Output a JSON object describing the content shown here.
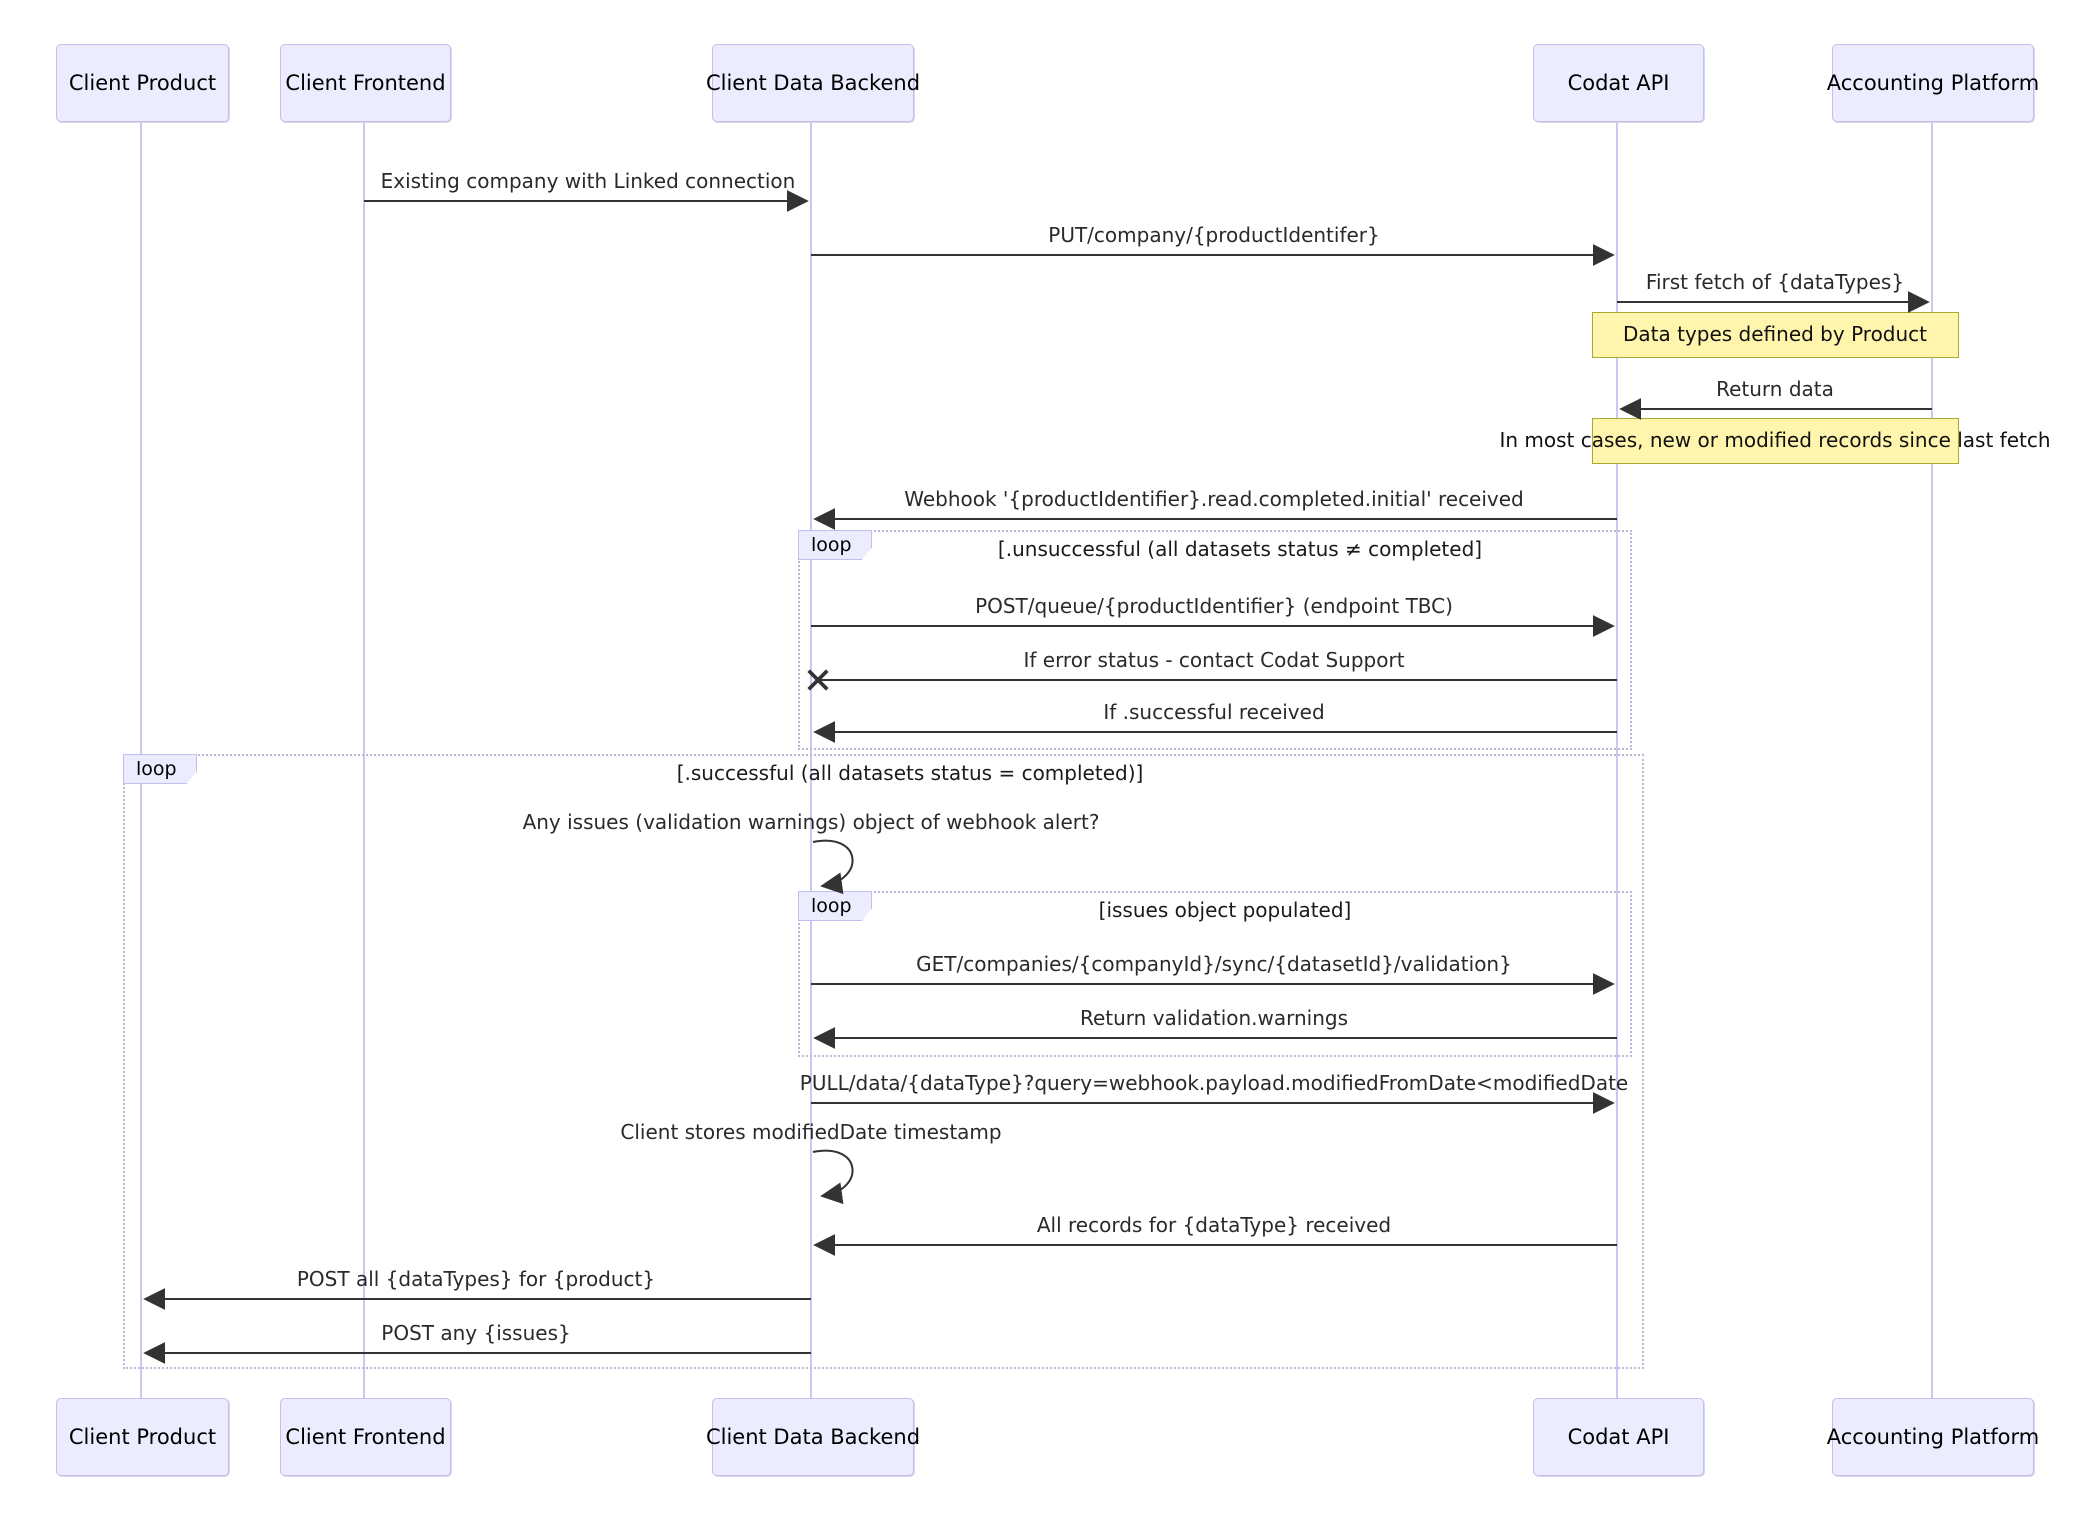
{
  "diagram_type": "sequence-diagram",
  "actors": [
    {
      "id": "client-product",
      "label": "Client Product"
    },
    {
      "id": "client-frontend",
      "label": "Client Frontend"
    },
    {
      "id": "client-data-backend",
      "label": "Client Data Backend"
    },
    {
      "id": "codat-api",
      "label": "Codat API"
    },
    {
      "id": "accounting-platform",
      "label": "Accounting Platform"
    }
  ],
  "messages": {
    "existing_company": "Existing company with Linked connection",
    "put_company": "PUT/company/{productIdentifer}",
    "first_fetch": "First fetch of {dataTypes}",
    "return_data": "Return data",
    "webhook_received": "Webhook '{productIdentifier}.read.completed.initial' received",
    "post_queue": "POST/queue/{productIdentifier} (endpoint TBC)",
    "if_error": "If error status - contact Codat Support",
    "if_successful": "If .successful received",
    "any_issues": "Any issues (validation warnings) object of webhook alert?",
    "get_validation": "GET/companies/{companyId}/sync/{datasetId}/validation}",
    "return_warnings": "Return validation.warnings",
    "pull_data": "PULL/data/{dataType}?query=webhook.payload.modifiedFromDate<modifiedDate",
    "client_stores": "Client stores modifiedDate timestamp",
    "all_records": "All records for {dataType} received",
    "post_all": "POST all {dataTypes} for {product}",
    "post_any": "POST any {issues}"
  },
  "notes": {
    "data_types_note": "Data types defined by Product",
    "most_cases_note": "In most cases, new or modified records since last fetch"
  },
  "loops": [
    {
      "label": "loop",
      "condition": "[.unsuccessful (all datasets status ≠ completed]"
    },
    {
      "label": "loop",
      "condition": "[.successful (all datasets status = completed)]"
    },
    {
      "label": "loop",
      "condition": "[issues object populated]"
    }
  ],
  "colors": {
    "actor_fill": "#ECECFF",
    "actor_border": "#c3bcec",
    "note_fill": "#fff5ad",
    "note_border": "#aaaa33",
    "arrow": "#333333",
    "lifeline": "#ccc6f2",
    "loop_border": "#b9b9d8"
  }
}
